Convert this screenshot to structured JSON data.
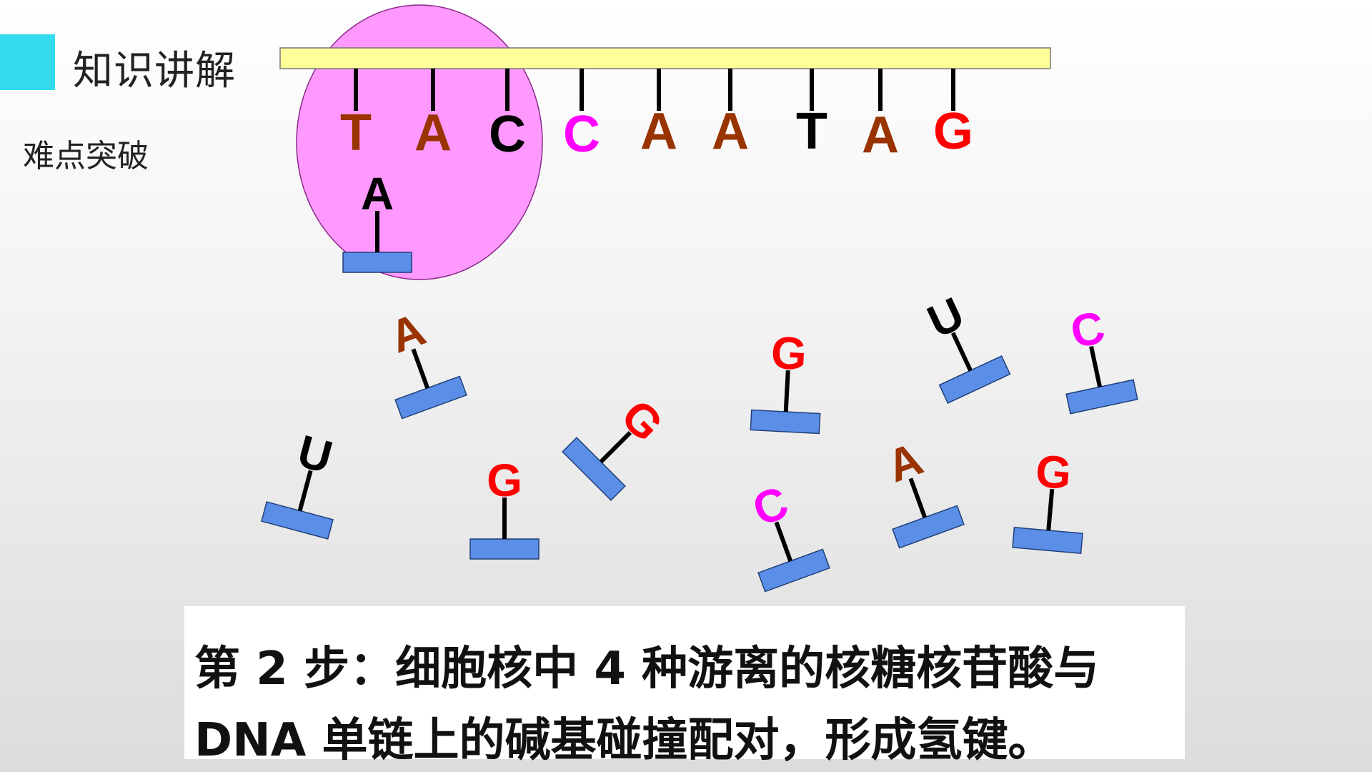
{
  "header": {
    "section_title": "知识讲解",
    "section_subtitle": "难点突破"
  },
  "colors": {
    "accent": "#33dbee",
    "strand": "#ffff99",
    "enzyme": "#ff99ff",
    "sugar_block": "#5b8ee6",
    "base_T": "#993300",
    "base_A": "#993300",
    "base_C_black": "#000000",
    "base_C_magenta": "#ff00ff",
    "base_G": "#ff0000",
    "base_U": "#000000"
  },
  "dna_strand": {
    "bases": [
      {
        "letter": "T",
        "color": "#993300"
      },
      {
        "letter": "A",
        "color": "#993300"
      },
      {
        "letter": "C",
        "color": "#000000"
      },
      {
        "letter": "C",
        "color": "#ff00ff"
      },
      {
        "letter": "A",
        "color": "#993300"
      },
      {
        "letter": "A",
        "color": "#993300"
      },
      {
        "letter": "T",
        "color": "#000000"
      },
      {
        "letter": "A",
        "color": "#993300"
      },
      {
        "letter": "G",
        "color": "#ff0000"
      }
    ]
  },
  "paired_nucleotide": {
    "letter": "A",
    "color": "#000000"
  },
  "free_nucleotides": [
    {
      "letter": "A",
      "color": "#993300"
    },
    {
      "letter": "U",
      "color": "#000000"
    },
    {
      "letter": "G",
      "color": "#ff0000"
    },
    {
      "letter": "G",
      "color": "#ff0000"
    },
    {
      "letter": "G",
      "color": "#ff0000"
    },
    {
      "letter": "C",
      "color": "#ff00ff"
    },
    {
      "letter": "U",
      "color": "#000000"
    },
    {
      "letter": "A",
      "color": "#993300"
    },
    {
      "letter": "C",
      "color": "#ff00ff"
    },
    {
      "letter": "G",
      "color": "#ff0000"
    }
  ],
  "caption": {
    "line1": "第 2 步：细胞核中 4 种游离的核糖核苷酸与",
    "line2": "DNA 单链上的碱基碰撞配对，形成氢键。"
  }
}
